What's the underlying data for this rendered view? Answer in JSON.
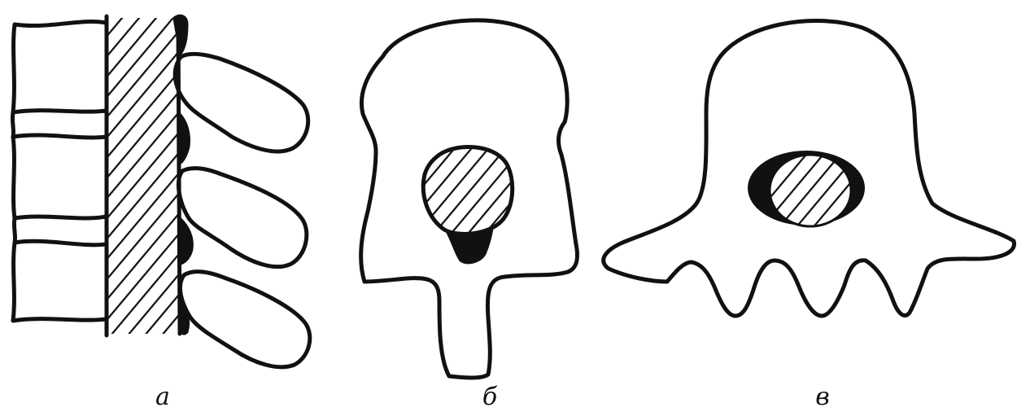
{
  "labels": {
    "a": "а",
    "b": "б",
    "v": "в"
  },
  "colors": {
    "ink": "#111111",
    "background": "#ffffff"
  }
}
